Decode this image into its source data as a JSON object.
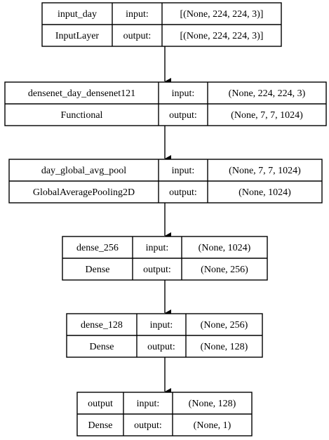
{
  "colors": {
    "stroke": "#000000",
    "background": "#ffffff",
    "text": "#000000"
  },
  "layers": [
    {
      "name": "input_day",
      "type": "InputLayer",
      "input_label": "input:",
      "output_label": "output:",
      "input_shape": "[(None, 224, 224, 3)]",
      "output_shape": "[(None, 224, 224, 3)]"
    },
    {
      "name": "densenet_day_densenet121",
      "type": "Functional",
      "input_label": "input:",
      "output_label": "output:",
      "input_shape": "(None, 224, 224, 3)",
      "output_shape": "(None, 7, 7, 1024)"
    },
    {
      "name": "day_global_avg_pool",
      "type": "GlobalAveragePooling2D",
      "input_label": "input:",
      "output_label": "output:",
      "input_shape": "(None, 7, 7, 1024)",
      "output_shape": "(None, 1024)"
    },
    {
      "name": "dense_256",
      "type": "Dense",
      "input_label": "input:",
      "output_label": "output:",
      "input_shape": "(None, 1024)",
      "output_shape": "(None, 256)"
    },
    {
      "name": "dense_128",
      "type": "Dense",
      "input_label": "input:",
      "output_label": "output:",
      "input_shape": "(None, 256)",
      "output_shape": "(None, 128)"
    },
    {
      "name": "output",
      "type": "Dense",
      "input_label": "input:",
      "output_label": "output:",
      "input_shape": "(None, 128)",
      "output_shape": "(None, 1)"
    }
  ]
}
